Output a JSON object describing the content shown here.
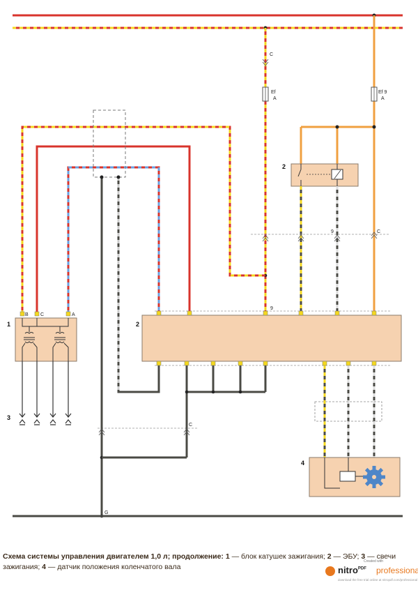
{
  "labels": {
    "fuse_left_name": "Ef",
    "fuse_left_amp": "A",
    "fuse_right_name": "Ef 9",
    "fuse_right_amp": "A",
    "wire_c_top": "C",
    "wire_c_right": "C",
    "wire_c_bottom": "C",
    "wire_9_mid": "9",
    "wire_9_ecu": "9",
    "ground": "G",
    "coil_pin_b": "B",
    "coil_pin_c": "C",
    "coil_pin_a": "A"
  },
  "components": {
    "coil_number": "1",
    "ecu_number": "2",
    "relay_number": "2",
    "plugs_number": "3",
    "sensor_number": "4"
  },
  "caption": {
    "title": "Схема системы управления двигателем 1,0 л; продолжение:",
    "n1": "1",
    "t1": " — блок катушек зажигания; ",
    "n2": "2",
    "t2": " — ЭБУ; ",
    "n3": "3",
    "t3": " — свечи зажигания; ",
    "n4": "4",
    "t4": " — датчик положения коленчатого вала"
  },
  "logo": {
    "created": "Created with",
    "brand": "nitro",
    "pdf": "PDF",
    "professional": "professional",
    "fine": "download the free trial online at nitropdf.com/professional"
  },
  "colors": {
    "orange_wire": "#f0a040",
    "red_wire": "#d8342c",
    "yellow_dash": "#f4d820",
    "blue_dash": "#6aa0e0",
    "dark_wire": "#4a4a44",
    "ecu_fill": "#f6d2b0",
    "box_stroke": "#8a7a6a"
  }
}
